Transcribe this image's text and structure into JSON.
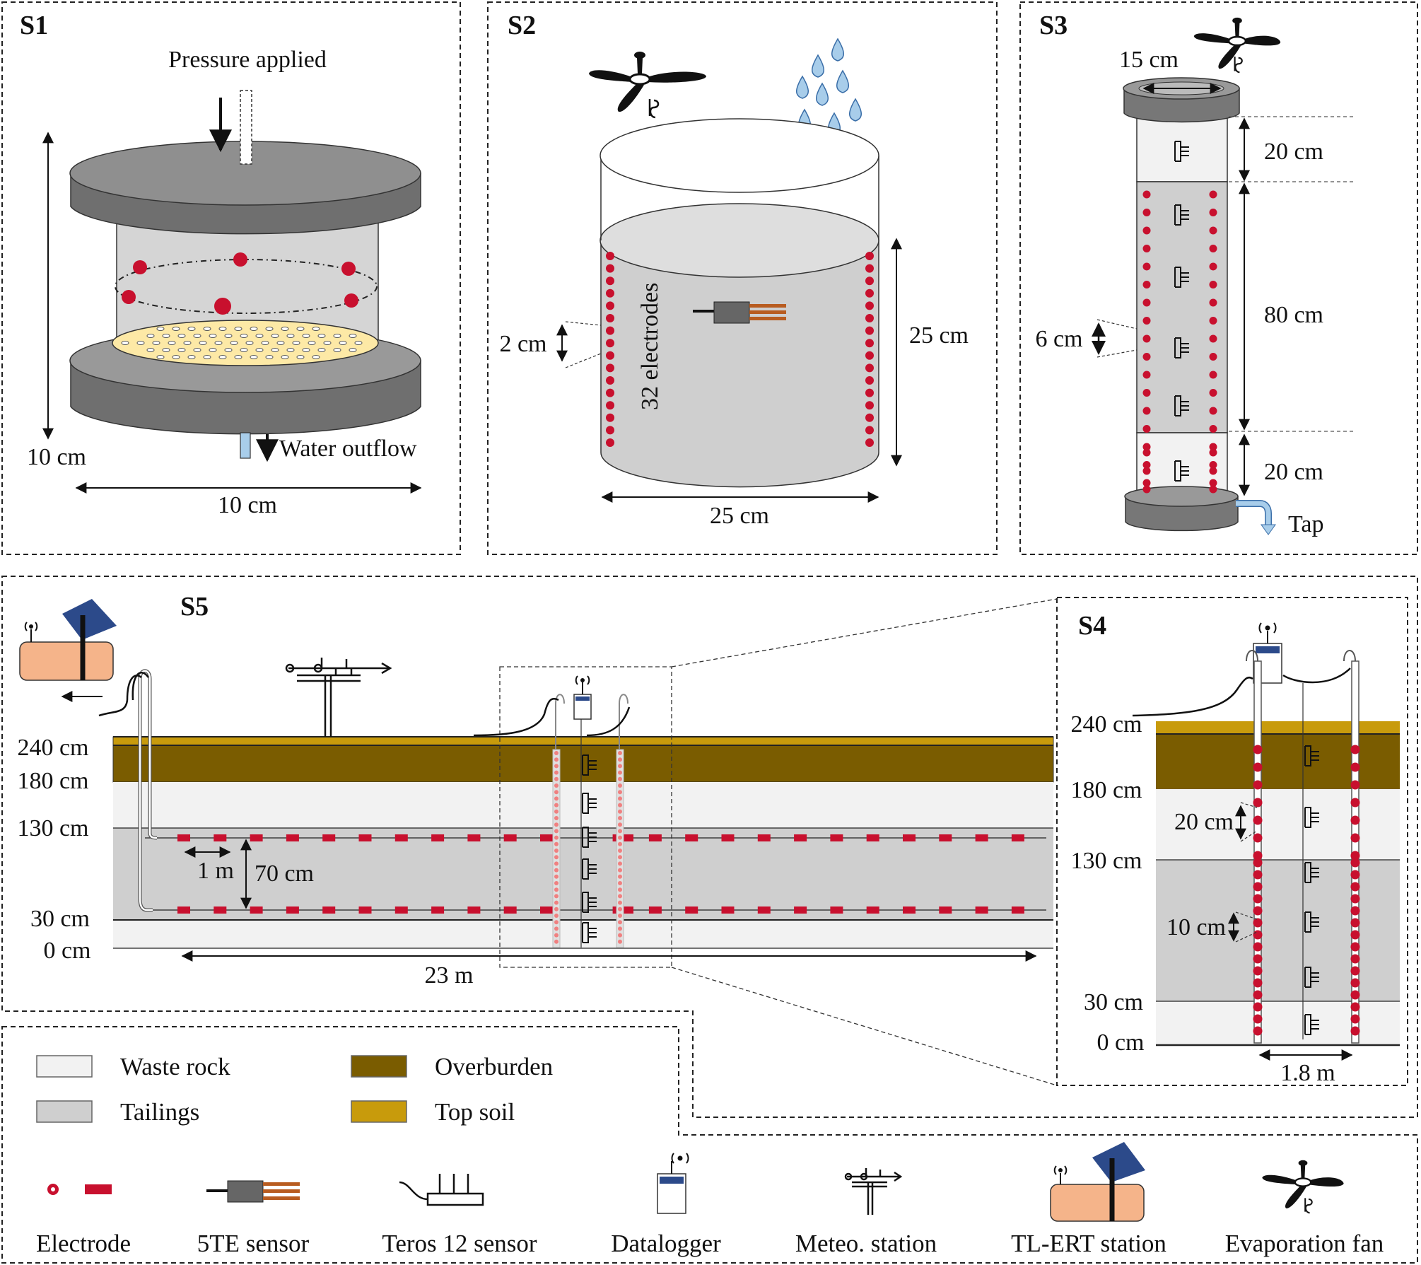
{
  "panels": {
    "s1": {
      "title": "S1",
      "pressure_label": "Pressure applied",
      "height_label": "10 cm",
      "width_label": "10 cm",
      "outflow_label": "Water outflow"
    },
    "s2": {
      "title": "S2",
      "electrodes_label": "32 electrodes",
      "spacing_label": "2 cm",
      "height_label": "25 cm",
      "width_label": "25 cm"
    },
    "s3": {
      "title": "S3",
      "diameter_label": "15 cm",
      "top_section": "20 cm",
      "middle_section": "80 cm",
      "bottom_section": "20 cm",
      "spacing_label": "6 cm",
      "tap_label": "Tap"
    },
    "s5": {
      "title": "S5",
      "depths": [
        "240 cm",
        "180 cm",
        "130 cm",
        "30 cm",
        "0 cm"
      ],
      "spacing_label": "1 m",
      "line_gap_label": "70 cm",
      "length_label": "23 m"
    },
    "s4": {
      "title": "S4",
      "depths": [
        "240 cm",
        "180 cm",
        "130 cm",
        "30 cm",
        "0 cm"
      ],
      "upper_spacing": "20 cm",
      "lower_spacing": "10 cm",
      "width_label": "1.8 m"
    }
  },
  "legend": {
    "materials": [
      {
        "label": "Waste rock",
        "color": "#f2f2f2"
      },
      {
        "label": "Tailings",
        "color": "#cfcfcf"
      },
      {
        "label": "Overburden",
        "color": "#7a5c00"
      },
      {
        "label": "Top soil",
        "color": "#c89b0c"
      }
    ],
    "symbols": [
      "Electrode",
      "5TE sensor",
      "Teros 12 sensor",
      "Datalogger",
      "Meteo. station",
      "TL-ERT station",
      "Evaporation fan"
    ]
  },
  "colors": {
    "electrode": "#c8102e",
    "cap_gray": "#7a7a7a",
    "tailings": "#cfcfcf",
    "waste_rock": "#f2f2f2",
    "overburden": "#7a5c00",
    "top_soil": "#c89b0c",
    "porous_plate": "#fde9a6",
    "station_box": "#f5b48a",
    "solar_panel": "#2c4a8a",
    "water_drop": "#a8cdea"
  }
}
